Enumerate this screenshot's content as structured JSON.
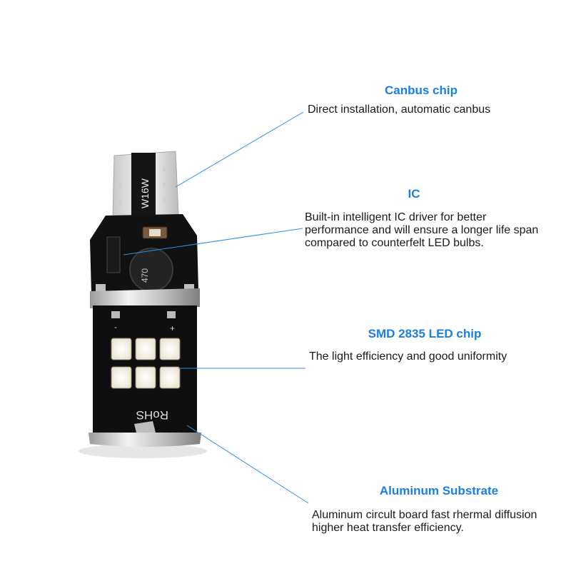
{
  "features": [
    {
      "id": "canbus",
      "heading": "Canbus chip",
      "lines": [
        "Direct installation, automatic canbus"
      ]
    },
    {
      "id": "ic",
      "heading": "IC",
      "lines": [
        "Built-in intelligent IC driver for better",
        "performance and will ensure a longer life span",
        "compared to counterfelt LED bulbs."
      ]
    },
    {
      "id": "smd",
      "heading": "SMD 2835 LED chip",
      "lines": [
        "The light efficiency and good uniformity"
      ]
    },
    {
      "id": "alu",
      "heading": "Aluminum Substrate",
      "lines": [
        "Aluminum circult board fast rhermal diffusion",
        "higher heat transfer efficiency."
      ]
    }
  ],
  "bulb_markings": {
    "wattage": "W16W",
    "inductor": "470",
    "rohs": "RoHS",
    "minus": "-",
    "plus": "+"
  },
  "colors": {
    "heading": "#1a7fe0",
    "leader_line": "#2a8fe8",
    "board": "#0e0e0e",
    "led_chip": "#f3efe0"
  }
}
